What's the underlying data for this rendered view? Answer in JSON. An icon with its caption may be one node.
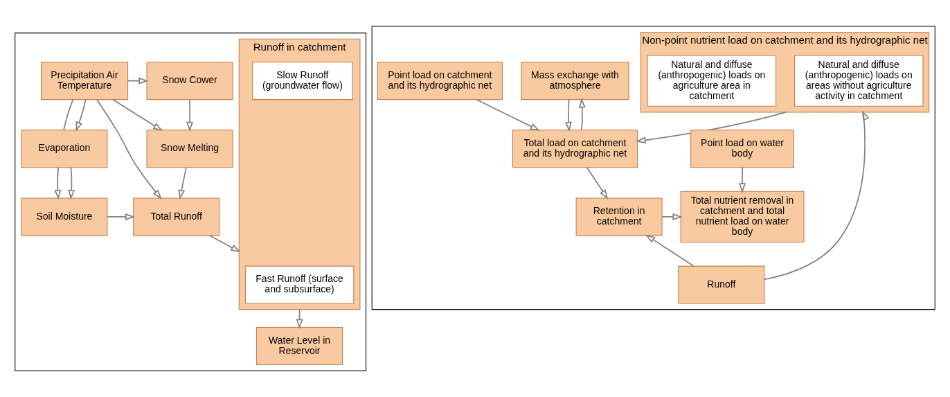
{
  "diagram": {
    "nodes": [
      {
        "text": [],
        "shape": "box"
      },
      {
        "text": [
          "Runoff in catchment"
        ],
        "in": 0
      },
      {
        "text": [
          "Fast Runoff (surface and subsurface)"
        ],
        "in": 1
      },
      {
        "text": [
          "Slow Runoff (groundwater flow)"
        ],
        "in": 1
      },
      {
        "text": [
          "Snow Cower"
        ],
        "in": 0
      },
      {
        "text": [
          "Precipitation Air Temperature"
        ],
        "in": 0
      },
      {
        "text": [
          "Snow Melting"
        ],
        "in": 0
      },
      {
        "text": [
          "Evaporation"
        ],
        "in": 0
      },
      {
        "text": [
          "Total Runoff"
        ],
        "in": 0
      },
      {
        "text": [
          "Soil Moisture"
        ],
        "in": 0
      },
      {
        "text": [
          "Water Level in Reservoir"
        ],
        "in": 0
      },
      {
        "text": [],
        "shape": "box"
      },
      {
        "text": [
          "Non-point nutrient load on catchment and its hydrographic net"
        ],
        "in": 11
      },
      {
        "text": [
          "Natural and diffuse (anthropogenic) loads on areas without agriculture activity in catchment"
        ],
        "in": 12
      },
      {
        "text": [
          "Natural and diffuse (anthropogenic) loads on agriculture area in catchment"
        ],
        "in": 12
      },
      {
        "text": [
          "Mass exchange with atmosphere"
        ],
        "in": 11
      },
      {
        "text": [
          "Point load on catchment and its hydrographic net"
        ],
        "in": 11
      },
      {
        "text": [
          "Total load on catchment and its hydrographic net"
        ],
        "in": 11
      },
      {
        "text": [
          "Point load on water body"
        ],
        "in": 11
      },
      {
        "text": [
          "Retention in catchment"
        ],
        "in": 11
      },
      {
        "text": [
          "Total nutrient removal in catchment and total nutrient load on water body"
        ],
        "in": 11
      },
      {
        "text": [
          "Runoff"
        ],
        "in": 11
      }
    ],
    "edges": [
      {
        "from": 5,
        "to": 4,
        "arrow": "to"
      },
      {
        "from": 4,
        "to": 6,
        "arrow": "to"
      },
      {
        "from": 5,
        "to": 6,
        "arrow": "to"
      },
      {
        "from": 5,
        "to": 8,
        "arrow": "to"
      },
      {
        "from": 5,
        "to": 7,
        "arrow": "none"
      },
      {
        "from": 5,
        "to": 7,
        "arrow": "to"
      },
      {
        "from": 7,
        "to": 9,
        "arrow": "to"
      },
      {
        "from": 7,
        "to": 9,
        "arrow": "to"
      },
      {
        "from": 6,
        "to": 8,
        "arrow": "to"
      },
      {
        "from": 9,
        "to": 8,
        "arrow": "to"
      },
      {
        "from": 8,
        "to": 1,
        "arrow": "to"
      },
      {
        "from": 1,
        "to": 10,
        "arrow": "to"
      },
      {
        "from": 15,
        "to": 17,
        "arrow": "to"
      },
      {
        "from": 17,
        "to": 15,
        "arrow": "to"
      },
      {
        "from": 16,
        "to": 17,
        "arrow": "to"
      },
      {
        "from": 12,
        "to": 17,
        "arrow": "to"
      },
      {
        "from": 17,
        "to": 19,
        "arrow": "to"
      },
      {
        "from": 18,
        "to": 20,
        "arrow": "to"
      },
      {
        "from": 19,
        "to": 20,
        "arrow": "to"
      },
      {
        "from": 21,
        "to": 19,
        "arrow": "to"
      },
      {
        "from": 21,
        "to": 12,
        "arrow": "to"
      }
    ]
  }
}
